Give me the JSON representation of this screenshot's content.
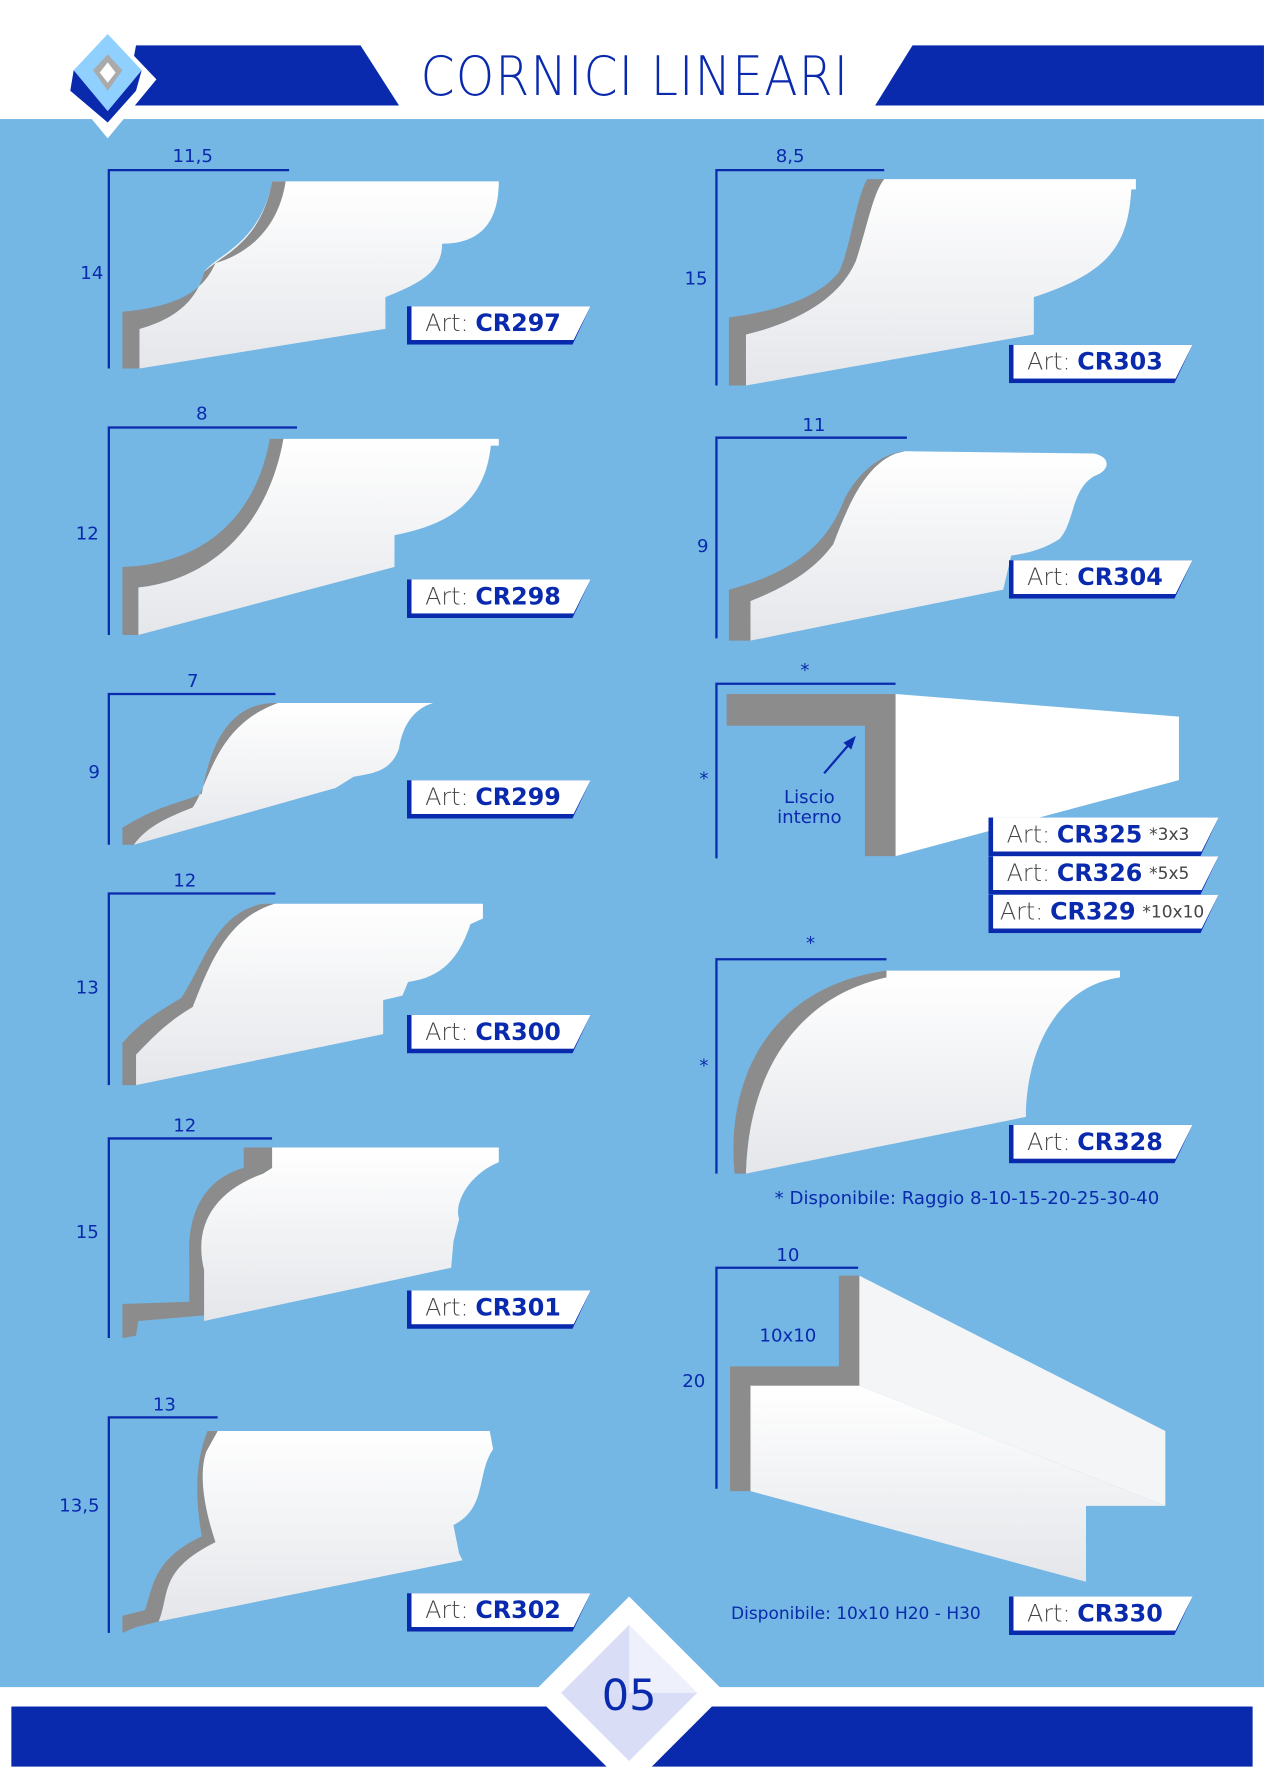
{
  "header": {
    "title": "CORNICI LINEARI"
  },
  "products": [
    {
      "code": "CR297",
      "art_prefix": "Art:",
      "width": "11,5",
      "height": "14"
    },
    {
      "code": "CR298",
      "art_prefix": "Art:",
      "width": "8",
      "height": "12"
    },
    {
      "code": "CR299",
      "art_prefix": "Art:",
      "width": "7",
      "height": "9"
    },
    {
      "code": "CR300",
      "art_prefix": "Art:",
      "width": "12",
      "height": "13"
    },
    {
      "code": "CR301",
      "art_prefix": "Art:",
      "width": "12",
      "height": "15"
    },
    {
      "code": "CR302",
      "art_prefix": "Art:",
      "width": "13",
      "height": "13,5"
    },
    {
      "code": "CR303",
      "art_prefix": "Art:",
      "width": "8,5",
      "height": "15"
    },
    {
      "code": "CR304",
      "art_prefix": "Art:",
      "width": "11",
      "height": "9"
    },
    {
      "code": "CR328",
      "art_prefix": "Art:",
      "width": "*",
      "height": "*"
    },
    {
      "code": "CR330",
      "art_prefix": "Art:",
      "width": "10",
      "height": "20",
      "inner": "10x10"
    }
  ],
  "group_325": {
    "width": "*",
    "height": "*",
    "note_line1": "Liscio",
    "note_line2": "interno",
    "variants": [
      {
        "art_prefix": "Art:",
        "code": "CR325",
        "size": "*3x3"
      },
      {
        "art_prefix": "Art:",
        "code": "CR326",
        "size": "*5x5"
      },
      {
        "art_prefix": "Art:",
        "code": "CR329",
        "size": "*10x10"
      }
    ]
  },
  "notes": {
    "cr328": "* Disponibile: Raggio 8-10-15-20-25-30-40",
    "cr330": "Disponibile: 10x10 H20 - H30"
  },
  "footer": {
    "page_number": "05"
  },
  "colors": {
    "brand": "#0a2aad",
    "background": "#74b6e4",
    "profile_gray": "#8c8c8c"
  }
}
